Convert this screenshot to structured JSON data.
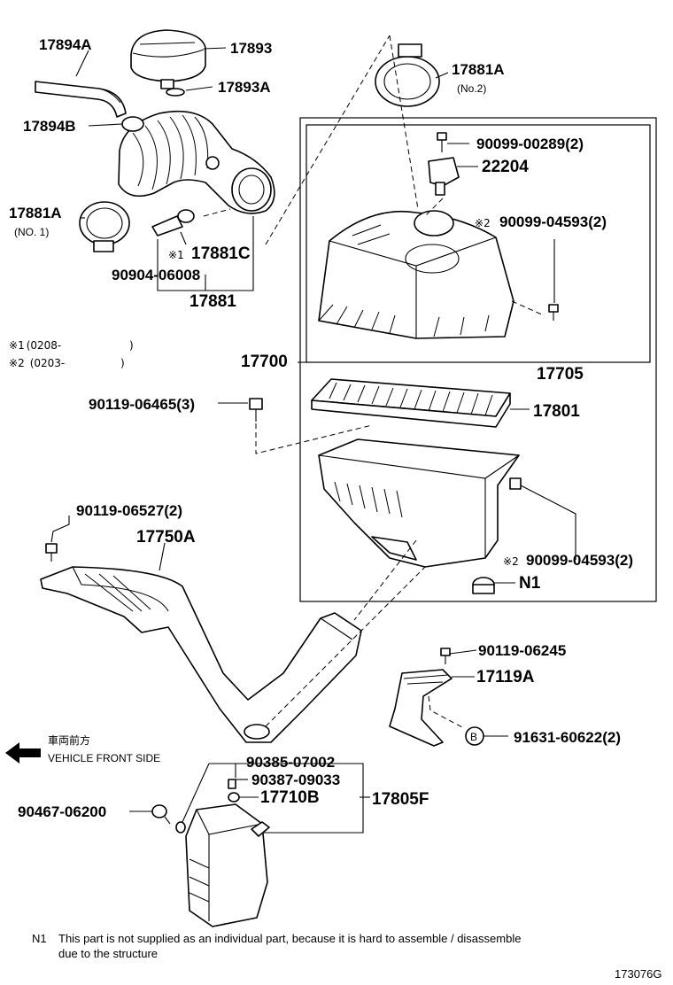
{
  "labels": {
    "p17894A": "17894A",
    "p17893": "17893",
    "p17893A": "17893A",
    "p17881A_top": "17881A",
    "p17881A_top_sub": "(No.2)",
    "p17894B": "17894B",
    "p90099_00289": "90099-00289(2)",
    "p22204": "22204",
    "p17881A_left": "17881A",
    "p17881A_left_sub": "(NO. 1)",
    "p90099_04593_top": "90099-04593(2)",
    "p17881C": "17881C",
    "p90904_06008": "90904-06008",
    "p17881": "17881",
    "p17700": "17700",
    "p17705": "17705",
    "p90119_06465": "90119-06465(3)",
    "p17801": "17801",
    "p90119_06527": "90119-06527(2)",
    "p17750A": "17750A",
    "p90099_04593_bot": "90099-04593(2)",
    "pN1": "N1",
    "p90119_06245": "90119-06245",
    "p17119A": "17119A",
    "p91631_60622": "91631-60622(2)",
    "pB": "B",
    "p90385_07002": "90385-07002",
    "p90387_09033": "90387-09033",
    "p17710B": "17710B",
    "p17805F": "17805F",
    "p90467_06200": "90467-06200"
  },
  "marks": {
    "star": "※",
    "one": "1",
    "two": "2"
  },
  "legend": {
    "note1_code": "(0208-",
    "note1_close": ")",
    "note2_code": "(0203-",
    "note2_close": ")"
  },
  "direction": {
    "jp": "車両前方",
    "en": "VEHICLE FRONT SIDE"
  },
  "footnote": {
    "code": "N1",
    "line1": "This part is not supplied as an individual part, because it is hard to assemble / disassemble",
    "line2": "due to the structure"
  },
  "figure_id": "173076G"
}
